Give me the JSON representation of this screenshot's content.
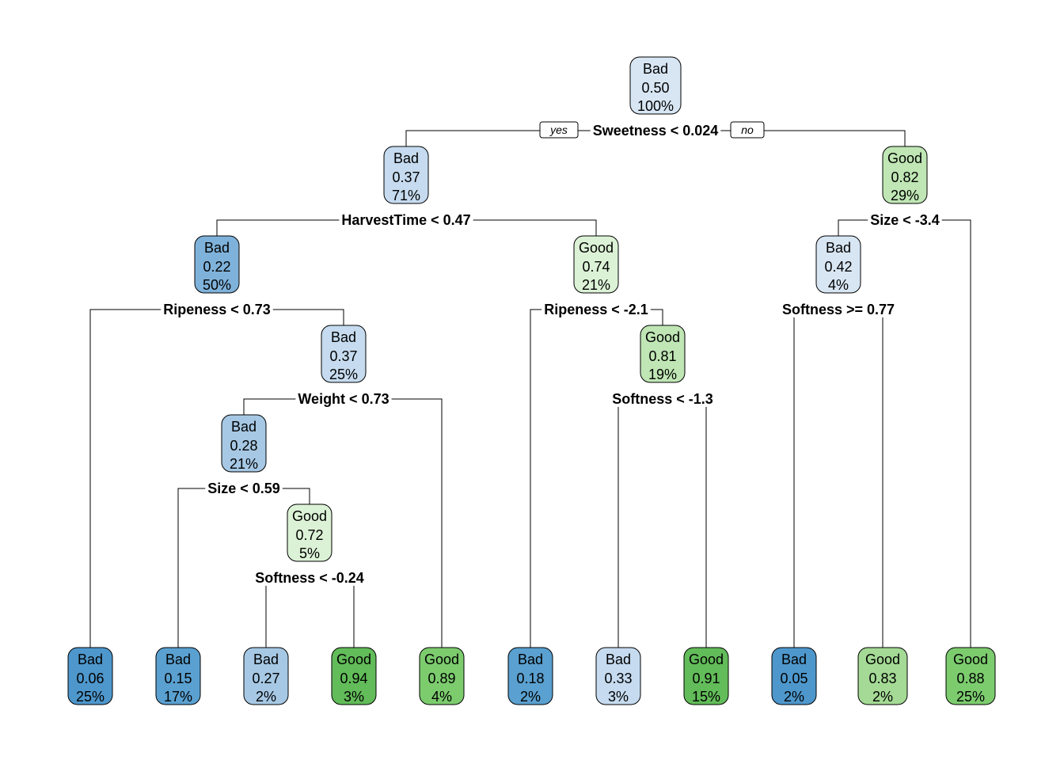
{
  "tree": {
    "yes_label": "yes",
    "no_label": "no",
    "colors": {
      "bad_0": "#d8e6f4",
      "bad_1": "#c6dbef",
      "bad_2": "#a6c8e4",
      "bad_3": "#7fb2da",
      "bad_4": "#5aa0d0",
      "bad_5": "#4e97cc",
      "good_1": "#dcf2d6",
      "good_2": "#bfe6b4",
      "good_3": "#a4da95",
      "good_4": "#7ccc6e",
      "good_5": "#62bc59"
    },
    "nodes": [
      {
        "id": "n1",
        "cls": "Bad",
        "prob": "0.50",
        "pct": "100%",
        "color": "bad_0"
      },
      {
        "id": "n2",
        "cls": "Bad",
        "prob": "0.37",
        "pct": "71%",
        "color": "bad_1"
      },
      {
        "id": "n3",
        "cls": "Good",
        "prob": "0.82",
        "pct": "29%",
        "color": "good_2"
      },
      {
        "id": "n4",
        "cls": "Bad",
        "prob": "0.22",
        "pct": "50%",
        "color": "bad_3"
      },
      {
        "id": "n5",
        "cls": "Good",
        "prob": "0.74",
        "pct": "21%",
        "color": "good_1"
      },
      {
        "id": "n6",
        "cls": "Bad",
        "prob": "0.42",
        "pct": "4%",
        "color": "bad_0"
      },
      {
        "id": "n9",
        "cls": "Bad",
        "prob": "0.37",
        "pct": "25%",
        "color": "bad_1"
      },
      {
        "id": "n11",
        "cls": "Good",
        "prob": "0.81",
        "pct": "19%",
        "color": "good_2"
      },
      {
        "id": "n18",
        "cls": "Bad",
        "prob": "0.28",
        "pct": "21%",
        "color": "bad_2"
      },
      {
        "id": "n37",
        "cls": "Good",
        "prob": "0.72",
        "pct": "5%",
        "color": "good_1"
      },
      {
        "id": "l1",
        "cls": "Bad",
        "prob": "0.06",
        "pct": "25%",
        "color": "bad_5"
      },
      {
        "id": "l2",
        "cls": "Bad",
        "prob": "0.15",
        "pct": "17%",
        "color": "bad_4"
      },
      {
        "id": "l3",
        "cls": "Bad",
        "prob": "0.27",
        "pct": "2%",
        "color": "bad_2"
      },
      {
        "id": "l4",
        "cls": "Good",
        "prob": "0.94",
        "pct": "3%",
        "color": "good_5"
      },
      {
        "id": "l5",
        "cls": "Good",
        "prob": "0.89",
        "pct": "4%",
        "color": "good_4"
      },
      {
        "id": "l6",
        "cls": "Bad",
        "prob": "0.18",
        "pct": "2%",
        "color": "bad_4"
      },
      {
        "id": "l7",
        "cls": "Bad",
        "prob": "0.33",
        "pct": "3%",
        "color": "bad_1"
      },
      {
        "id": "l8",
        "cls": "Good",
        "prob": "0.91",
        "pct": "15%",
        "color": "good_5"
      },
      {
        "id": "l9",
        "cls": "Bad",
        "prob": "0.05",
        "pct": "2%",
        "color": "bad_5"
      },
      {
        "id": "l10",
        "cls": "Good",
        "prob": "0.83",
        "pct": "2%",
        "color": "good_3"
      },
      {
        "id": "l11",
        "cls": "Good",
        "prob": "0.88",
        "pct": "25%",
        "color": "good_4"
      }
    ],
    "splits": [
      {
        "id": "s1",
        "text": "Sweetness < 0.024"
      },
      {
        "id": "s2",
        "text": "HarvestTime < 0.47"
      },
      {
        "id": "s3",
        "text": "Size < -3.4"
      },
      {
        "id": "s4",
        "text": "Ripeness < 0.73"
      },
      {
        "id": "s5",
        "text": "Ripeness < -2.1"
      },
      {
        "id": "s6",
        "text": "Softness >= 0.77"
      },
      {
        "id": "s9",
        "text": "Weight < 0.73"
      },
      {
        "id": "s11",
        "text": "Softness < -1.3"
      },
      {
        "id": "s18",
        "text": "Size < 0.59"
      },
      {
        "id": "s37",
        "text": "Softness < -0.24"
      }
    ]
  }
}
